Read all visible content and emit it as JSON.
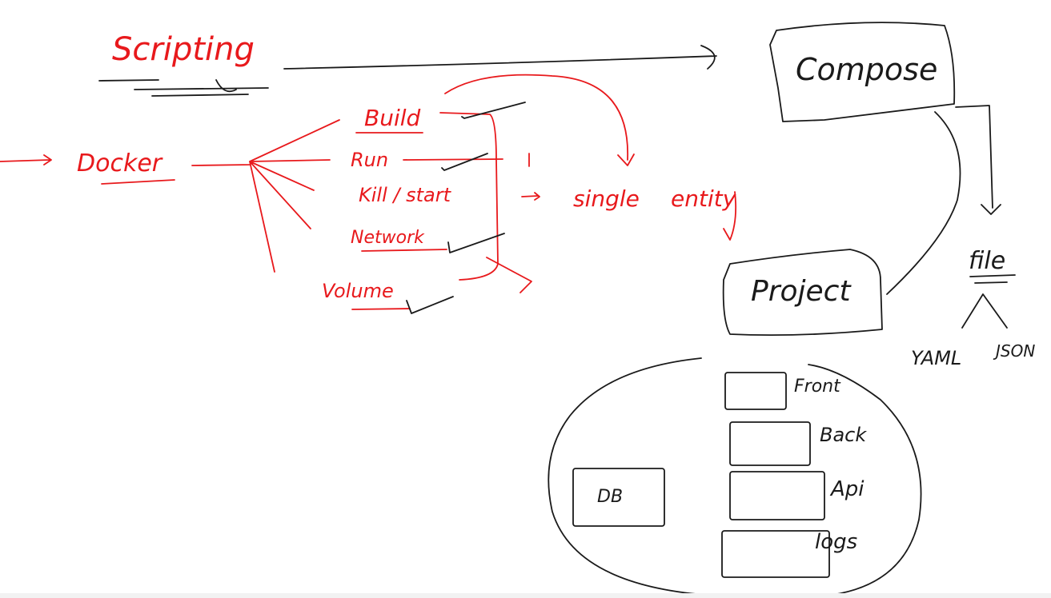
{
  "colors": {
    "red_ink": "#e8191c",
    "black_ink": "#1a1a1a",
    "background": "#ffffff"
  },
  "labels": {
    "scripting": "Scripting",
    "docker": "Docker",
    "build": "Build",
    "run": "Run",
    "kill_start": "Kill / start",
    "network": "Network",
    "volume": "Volume",
    "single": "single",
    "entity": "entity",
    "compose": "Compose",
    "project": "Project",
    "file": "file",
    "yaml": "YAML",
    "json": "JSON",
    "db": "DB",
    "front": "Front",
    "back": "Back",
    "api": "Api",
    "logs": "logs"
  }
}
